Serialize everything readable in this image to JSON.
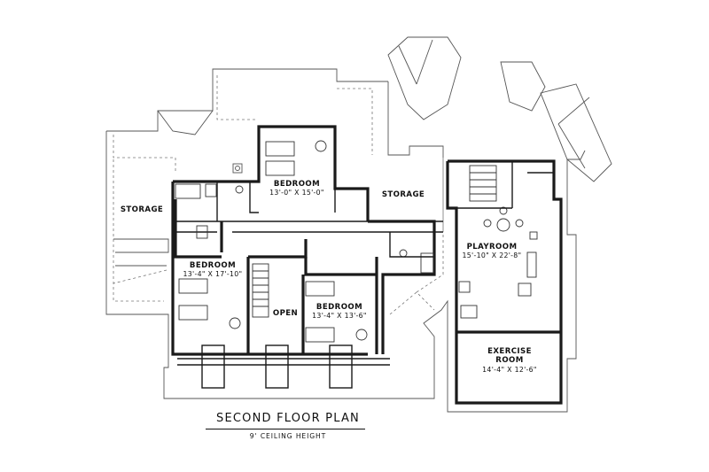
{
  "plan": {
    "title": "SECOND FLOOR PLAN",
    "subtitle": "9' CEILING HEIGHT",
    "rooms": {
      "bedroom_top": {
        "label": "BEDROOM",
        "dims": "13'-0\" X 15'-0\""
      },
      "bedroom_left": {
        "label": "BEDROOM",
        "dims": "13'-4\" X 17'-10\""
      },
      "bedroom_mid": {
        "label": "BEDROOM",
        "dims": "13'-4\" X 13'-6\""
      },
      "playroom": {
        "label": "PLAYROOM",
        "dims": "15'-10\" X 22'-8\""
      },
      "exercise": {
        "label": "EXERCISE",
        "label2": "ROOM",
        "dims": "14'-4\" X 12'-6\""
      },
      "storage_left": {
        "label": "STORAGE"
      },
      "storage_right": {
        "label": "STORAGE"
      },
      "open": {
        "label": "OPEN"
      }
    }
  }
}
